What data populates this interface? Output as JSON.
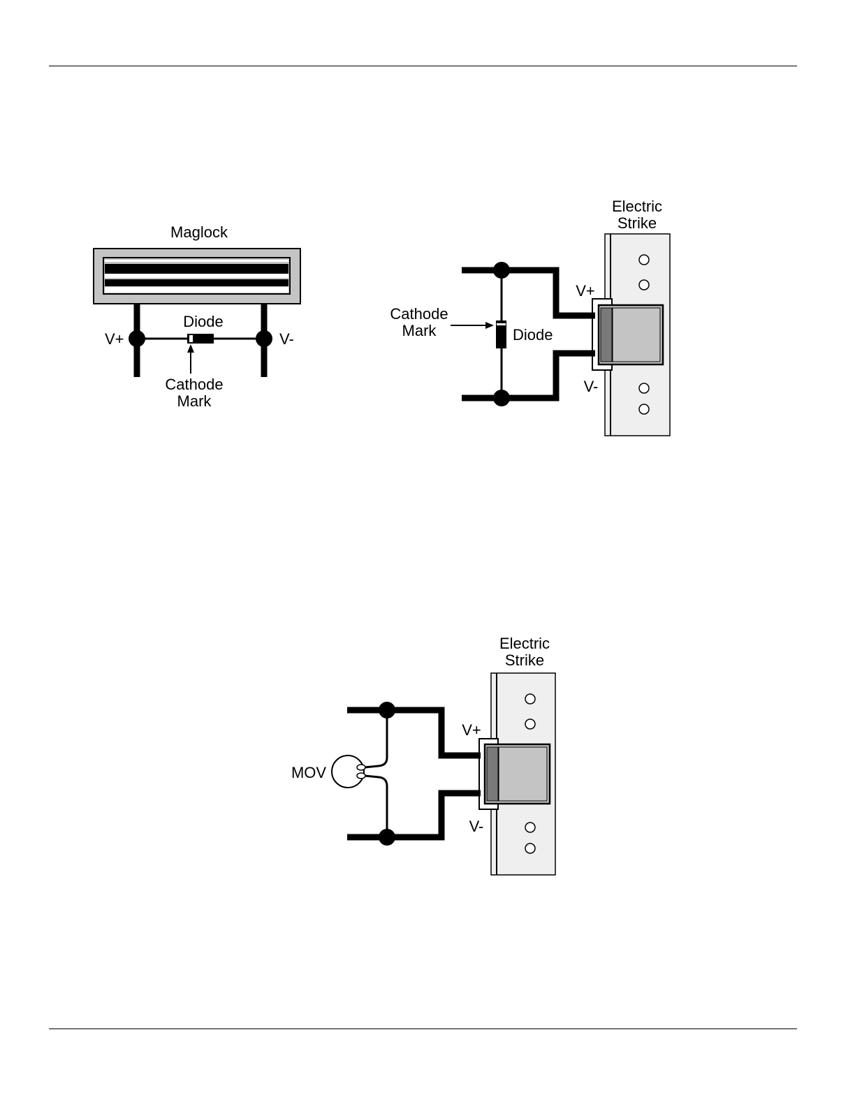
{
  "colors": {
    "wire": "#000000",
    "body_gray": "#c4c4c4",
    "dark_gray": "#7a7a7a",
    "plate": "#efefef",
    "background": "#ffffff"
  },
  "maglock_diagram": {
    "title": "Maglock",
    "diode_label": "Diode",
    "vplus_label": "V+",
    "vminus_label": "V-",
    "cathode_line1": "Cathode",
    "cathode_line2": "Mark"
  },
  "strike_diode_diagram": {
    "title_line1": "Electric",
    "title_line2": "Strike",
    "vplus_label": "V+",
    "vminus_label": "V-",
    "cathode_line1": "Cathode",
    "cathode_line2": "Mark",
    "diode_label": "Diode"
  },
  "strike_mov_diagram": {
    "title_line1": "Electric",
    "title_line2": "Strike",
    "vplus_label": "V+",
    "vminus_label": "V-",
    "mov_label": "MOV"
  }
}
